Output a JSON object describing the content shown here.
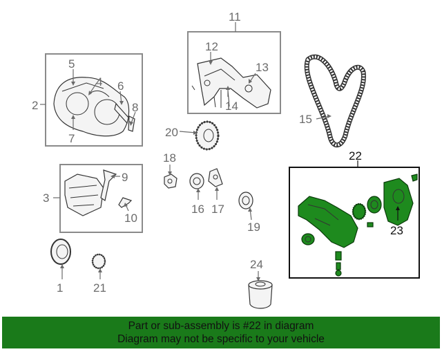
{
  "callouts": {
    "n1": "1",
    "n2": "2",
    "n3": "3",
    "n4": "4",
    "n5": "5",
    "n6": "6",
    "n7": "7",
    "n8": "8",
    "n9": "9",
    "n10": "10",
    "n11": "11",
    "n12": "12",
    "n13": "13",
    "n14": "14",
    "n15": "15",
    "n16": "16",
    "n17": "17",
    "n18": "18",
    "n19": "19",
    "n20": "20",
    "n21": "21",
    "n22": "22",
    "n23": "23",
    "n24": "24"
  },
  "colors": {
    "highlight": "#1e8a1e",
    "banner": "#1a7a1a"
  },
  "footer": {
    "line1": "Part or sub-assembly is #22 in diagram",
    "line2": "Diagram may not be specific to your vehicle"
  }
}
